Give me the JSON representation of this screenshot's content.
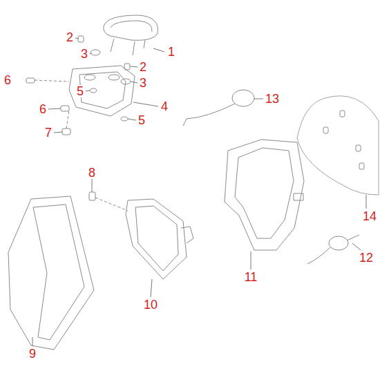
{
  "diagram": {
    "labels": [
      "1",
      "2",
      "3",
      "2",
      "3",
      "6",
      "5",
      "4",
      "6",
      "5",
      "7",
      "13",
      "14",
      "8",
      "11",
      "12",
      "10",
      "9"
    ]
  }
}
